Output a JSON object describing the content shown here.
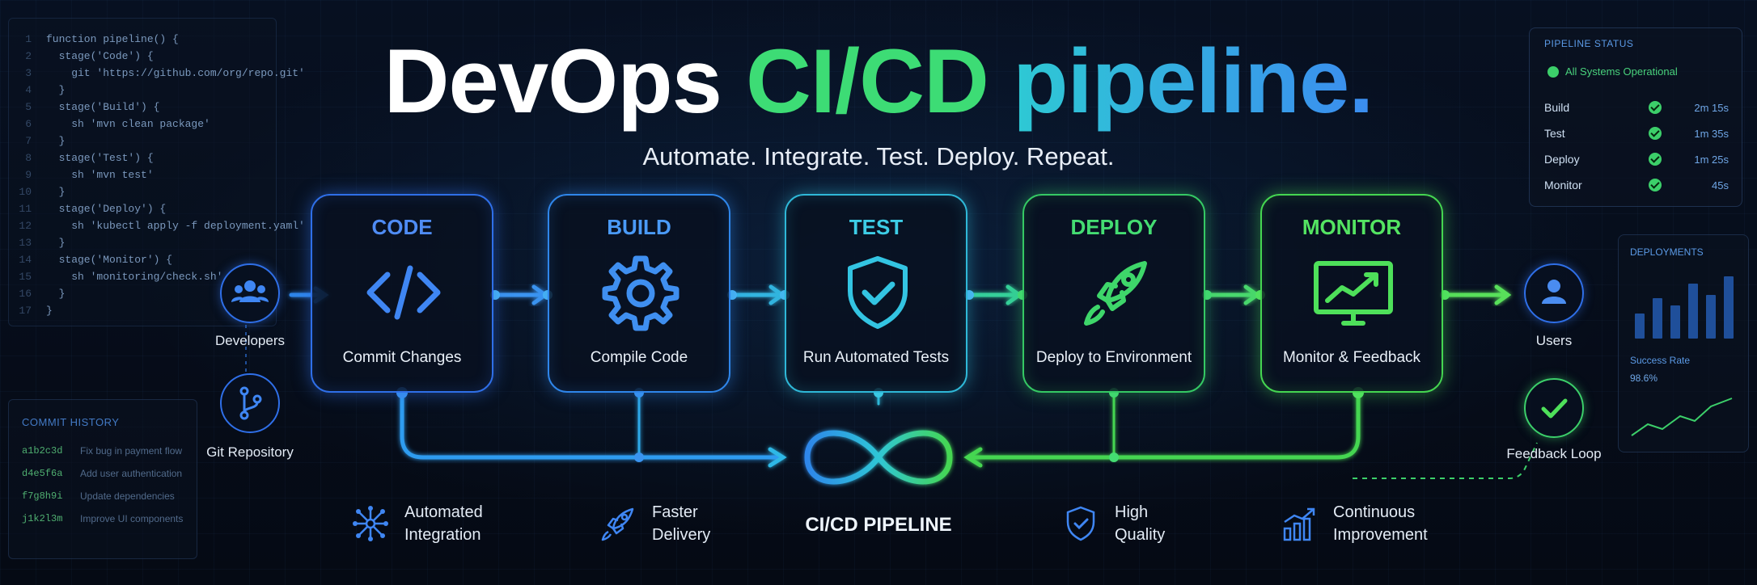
{
  "title": {
    "part1": "DevOps",
    "part2": "CI/CD",
    "part3": "pipeline."
  },
  "subtitle": "Automate. Integrate. Test. Deploy. Repeat.",
  "code_panel": {
    "lines": [
      {
        "n": "1",
        "t": "function pipeline() {"
      },
      {
        "n": "2",
        "t": "  stage('Code') {"
      },
      {
        "n": "3",
        "t": "    git 'https://github.com/org/repo.git'"
      },
      {
        "n": "4",
        "t": "  }"
      },
      {
        "n": "5",
        "t": "  stage('Build') {"
      },
      {
        "n": "6",
        "t": "    sh 'mvn clean package'"
      },
      {
        "n": "7",
        "t": "  }"
      },
      {
        "n": "8",
        "t": "  stage('Test') {"
      },
      {
        "n": "9",
        "t": "    sh 'mvn test'"
      },
      {
        "n": "10",
        "t": "  }"
      },
      {
        "n": "11",
        "t": "  stage('Deploy') {"
      },
      {
        "n": "12",
        "t": "    sh 'kubectl apply -f deployment.yaml'"
      },
      {
        "n": "13",
        "t": "  }"
      },
      {
        "n": "14",
        "t": "  stage('Monitor') {"
      },
      {
        "n": "15",
        "t": "    sh 'monitoring/check.sh'"
      },
      {
        "n": "16",
        "t": "  }"
      },
      {
        "n": "17",
        "t": "}"
      }
    ]
  },
  "commit_history": {
    "title": "COMMIT HISTORY",
    "commits": [
      {
        "hash": "a1b2c3d",
        "msg": "Fix bug in payment flow"
      },
      {
        "hash": "d4e5f6a",
        "msg": "Add user authentication"
      },
      {
        "hash": "f7g8h9i",
        "msg": "Update dependencies"
      },
      {
        "hash": "j1k2l3m",
        "msg": "Improve UI components"
      }
    ]
  },
  "pipeline_status": {
    "title": "PIPELINE STATUS",
    "summary": "All Systems Operational",
    "rows": [
      {
        "name": "Build",
        "time": "2m 15s"
      },
      {
        "name": "Test",
        "time": "1m 35s"
      },
      {
        "name": "Deploy",
        "time": "1m 25s"
      },
      {
        "name": "Monitor",
        "time": "45s"
      }
    ]
  },
  "deployments": {
    "title": "DEPLOYMENTS",
    "bars": [
      0.35,
      0.55,
      0.45,
      0.75,
      0.6,
      0.85
    ],
    "success_label": "Success Rate",
    "success_value": "98.6%"
  },
  "actors": {
    "developers": "Developers",
    "git": "Git Repository",
    "users": "Users",
    "feedback": "Feedback Loop"
  },
  "stages": [
    {
      "label": "CODE",
      "desc": "Commit Changes",
      "icon": "code-icon",
      "color": "#4f8cf5"
    },
    {
      "label": "BUILD",
      "desc": "Compile Code",
      "icon": "gear-icon",
      "color": "#4a9af7"
    },
    {
      "label": "TEST",
      "desc": "Run Automated Tests",
      "icon": "shield-check-icon",
      "color": "#3dcde6"
    },
    {
      "label": "DEPLOY",
      "desc": "Deploy to Environment",
      "icon": "rocket-icon",
      "color": "#44dc72"
    },
    {
      "label": "MONITOR",
      "desc": "Monitor & Feedback",
      "icon": "monitor-chart-icon",
      "color": "#54e462"
    }
  ],
  "cicd_label": "CI/CD PIPELINE",
  "benefits": [
    {
      "line1": "Automated",
      "line2": "Integration",
      "icon": "network-icon"
    },
    {
      "line1": "Faster",
      "line2": "Delivery",
      "icon": "rocket-icon"
    },
    {
      "line1": "High",
      "line2": "Quality",
      "icon": "shield-check-icon"
    },
    {
      "line1": "Continuous",
      "line2": "Improvement",
      "icon": "growth-chart-icon"
    }
  ],
  "colors": {
    "blue": "#2f6fe8",
    "cyan": "#2fb8d8",
    "green": "#45d651",
    "bg": "#060b16"
  }
}
